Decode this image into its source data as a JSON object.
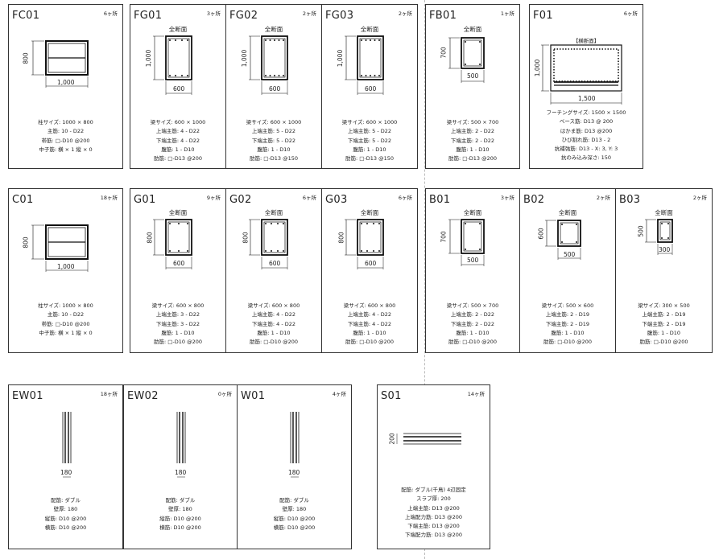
{
  "common": {
    "section_title": "全断面",
    "cross_section_title": "【横断面】"
  },
  "foundations": {
    "FC01": {
      "name": "FC01",
      "count": "6ヶ所",
      "w": "1,000",
      "h": "800",
      "specs": [
        "柱サイズ: 1000 × 800",
        "主筋: 10 - D22",
        "帯筋: □-D10 @200",
        "中子筋: 横 × 1 縦 × 0"
      ]
    },
    "FG01": {
      "name": "FG01",
      "count": "3ヶ所",
      "w": "600",
      "h": "1,000",
      "specs": [
        "梁サイズ: 600 × 1000",
        "上端主筋: 4 - D22",
        "下端主筋: 4 - D22",
        "腹筋: 1 - D10",
        "肋筋: □-D13 @200"
      ]
    },
    "FG02": {
      "name": "FG02",
      "count": "2ヶ所",
      "w": "600",
      "h": "1,000",
      "specs": [
        "梁サイズ: 600 × 1000",
        "上端主筋: 5 - D22",
        "下端主筋: 5 - D22",
        "腹筋: 1 - D10",
        "肋筋: □-D13 @150"
      ]
    },
    "FG03": {
      "name": "FG03",
      "count": "2ヶ所",
      "w": "600",
      "h": "1,000",
      "specs": [
        "梁サイズ: 600 × 1000",
        "上端主筋: 5 - D22",
        "下端主筋: 5 - D22",
        "腹筋: 1 - D10",
        "肋筋: □-D13 @150"
      ]
    },
    "FB01": {
      "name": "FB01",
      "count": "1ヶ所",
      "w": "500",
      "h": "700",
      "specs": [
        "梁サイズ: 500 × 700",
        "上端主筋: 2 - D22",
        "下端主筋: 2 - D22",
        "腹筋: 1 - D10",
        "肋筋: □-D13 @200"
      ]
    },
    "F01": {
      "name": "F01",
      "count": "6ヶ所",
      "w": "1,500",
      "h": "1,000",
      "specs": [
        "フーチングサイズ: 1500 × 1500",
        "ベース筋: D13 @ 200",
        "はかま筋: D13 @200",
        "ひび割れ筋: D13 - 2",
        "抗補強筋: D13 - X: 3, Y: 3",
        "抗のみ込み深さ: 150"
      ]
    }
  },
  "upper": {
    "C01": {
      "name": "C01",
      "count": "18ヶ所",
      "w": "1,000",
      "h": "800",
      "specs": [
        "柱サイズ: 1000 × 800",
        "主筋: 10 - D22",
        "帯筋: □-D10 @200",
        "中子筋: 横 × 1 縦 × 0"
      ]
    },
    "G01": {
      "name": "G01",
      "count": "9ヶ所",
      "w": "600",
      "h": "800",
      "specs": [
        "梁サイズ: 600 × 800",
        "上端主筋: 3 - D22",
        "下端主筋: 3 - D22",
        "腹筋: 1 - D10",
        "肋筋: □-D10 @200"
      ]
    },
    "G02": {
      "name": "G02",
      "count": "6ヶ所",
      "w": "600",
      "h": "800",
      "specs": [
        "梁サイズ: 600 × 800",
        "上端主筋: 4 - D22",
        "下端主筋: 4 - D22",
        "腹筋: 1 - D10",
        "肋筋: □-D10 @200"
      ]
    },
    "G03": {
      "name": "G03",
      "count": "6ヶ所",
      "w": "600",
      "h": "800",
      "specs": [
        "梁サイズ: 600 × 800",
        "上端主筋: 4 - D22",
        "下端主筋: 4 - D22",
        "腹筋: 1 - D10",
        "肋筋: □-D10 @200"
      ]
    },
    "B01": {
      "name": "B01",
      "count": "3ヶ所",
      "w": "500",
      "h": "700",
      "specs": [
        "梁サイズ: 500 × 700",
        "上端主筋: 2 - D22",
        "下端主筋: 2 - D22",
        "腹筋: 1 - D10",
        "肋筋: □-D10 @200"
      ]
    },
    "B02": {
      "name": "B02",
      "count": "2ヶ所",
      "w": "500",
      "h": "600",
      "specs": [
        "梁サイズ: 500 × 600",
        "上端主筋: 2 - D19",
        "下端主筋: 2 - D19",
        "腹筋: 1 - D10",
        "肋筋: □-D10 @200"
      ]
    },
    "B03": {
      "name": "B03",
      "count": "2ヶ所",
      "w": "300",
      "h": "500",
      "specs": [
        "梁サイズ: 300 × 500",
        "上端主筋: 2 - D19",
        "下端主筋: 2 - D19",
        "腹筋: 1 - D10",
        "肋筋: □-D10 @200"
      ]
    }
  },
  "walls": {
    "EW01": {
      "name": "EW01",
      "count": "18ヶ所",
      "t": "180",
      "specs": [
        "配筋: ダブル",
        "壁厚: 180",
        "縦筋: D10 @200",
        "横筋: D10 @200"
      ]
    },
    "EW02": {
      "name": "EW02",
      "count": "0ヶ所",
      "t": "180",
      "specs": [
        "配筋: ダブル",
        "壁厚: 180",
        "縦筋: D10 @200",
        "横筋: D10 @200"
      ]
    },
    "W01": {
      "name": "W01",
      "count": "4ヶ所",
      "t": "180",
      "specs": [
        "配筋: ダブル",
        "壁厚: 180",
        "縦筋: D10 @200",
        "横筋: D10 @200"
      ]
    },
    "S01": {
      "name": "S01",
      "count": "14ヶ所",
      "t": "200",
      "specs": [
        "配筋: ダブル(千鳥) 4辺固定",
        "スラブ厚: 200",
        "上端主筋: D13 @200",
        "上端配力筋: D13 @200",
        "下端主筋: D13 @200",
        "下端配力筋: D13 @200"
      ]
    }
  }
}
